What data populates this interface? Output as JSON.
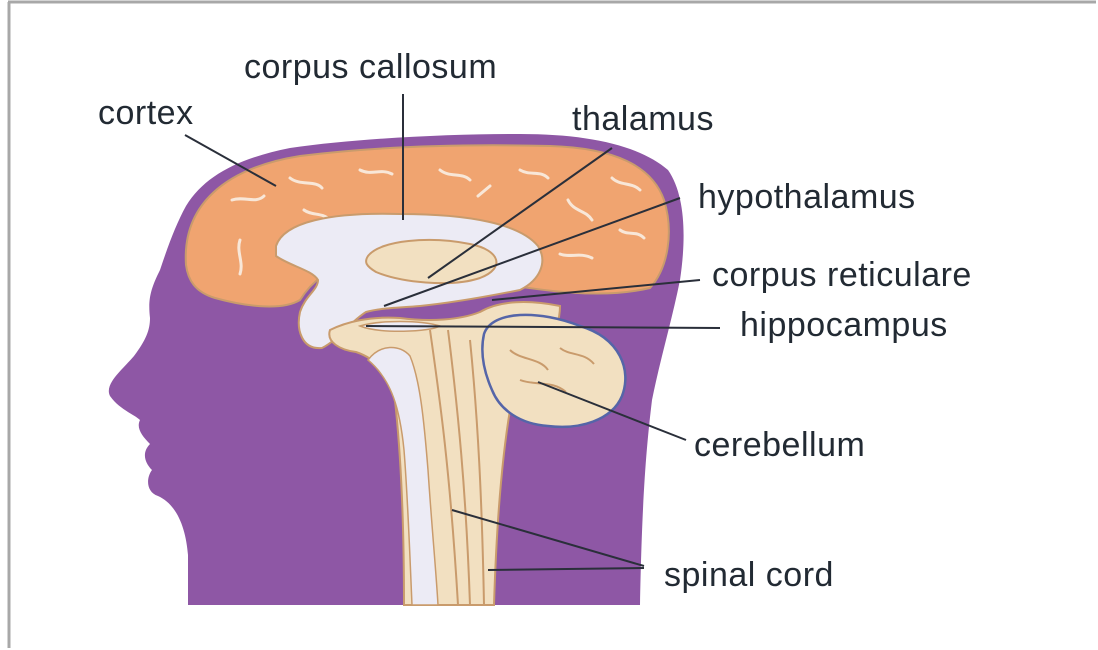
{
  "labels": {
    "cortex": "cortex",
    "corpus_callosum": "corpus callosum",
    "thalamus": "thalamus",
    "hypothalamus": "hypothalamus",
    "corpus_reticulare": "corpus reticulare",
    "hippocampus": "hippocampus",
    "cerebellum": "cerebellum",
    "spinal_cord": "spinal cord"
  },
  "colors": {
    "head": "#8e57a5",
    "cortex": "#f0a470",
    "white_matter": "#ecebf5",
    "brainstem": "#f2e0c1",
    "outline": "#c99b6c",
    "hippocampus_outline": "#5565a8",
    "leader": "#2a2f3a",
    "border": "#a8a8a8"
  }
}
